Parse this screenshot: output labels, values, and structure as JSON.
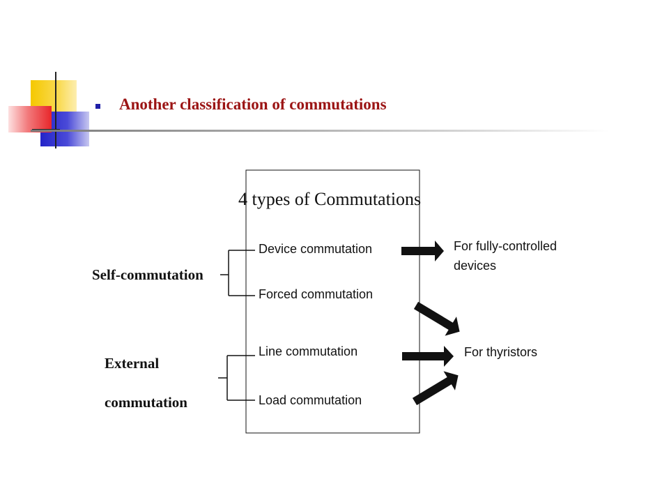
{
  "slide": {
    "title": "Another classification of commutations"
  },
  "diagram": {
    "box_title": "4 types of Commutations",
    "groups": [
      {
        "label": "Self-commutation",
        "types": [
          "Device commutation",
          "Forced commutation"
        ]
      },
      {
        "label_line1": "External",
        "label_line2": "commutation",
        "types": [
          "Line commutation",
          "Load commutation"
        ]
      }
    ],
    "outcomes": {
      "fully_controlled_line1": "For fully-controlled",
      "fully_controlled_line2": "devices",
      "thyristors": "For thyristors"
    }
  },
  "colors": {
    "title": "#9b1414",
    "bullet": "#1f1fa8",
    "deco_yellow": "#f5c800",
    "deco_red": "#e8262a",
    "deco_blue": "#2424c8"
  }
}
